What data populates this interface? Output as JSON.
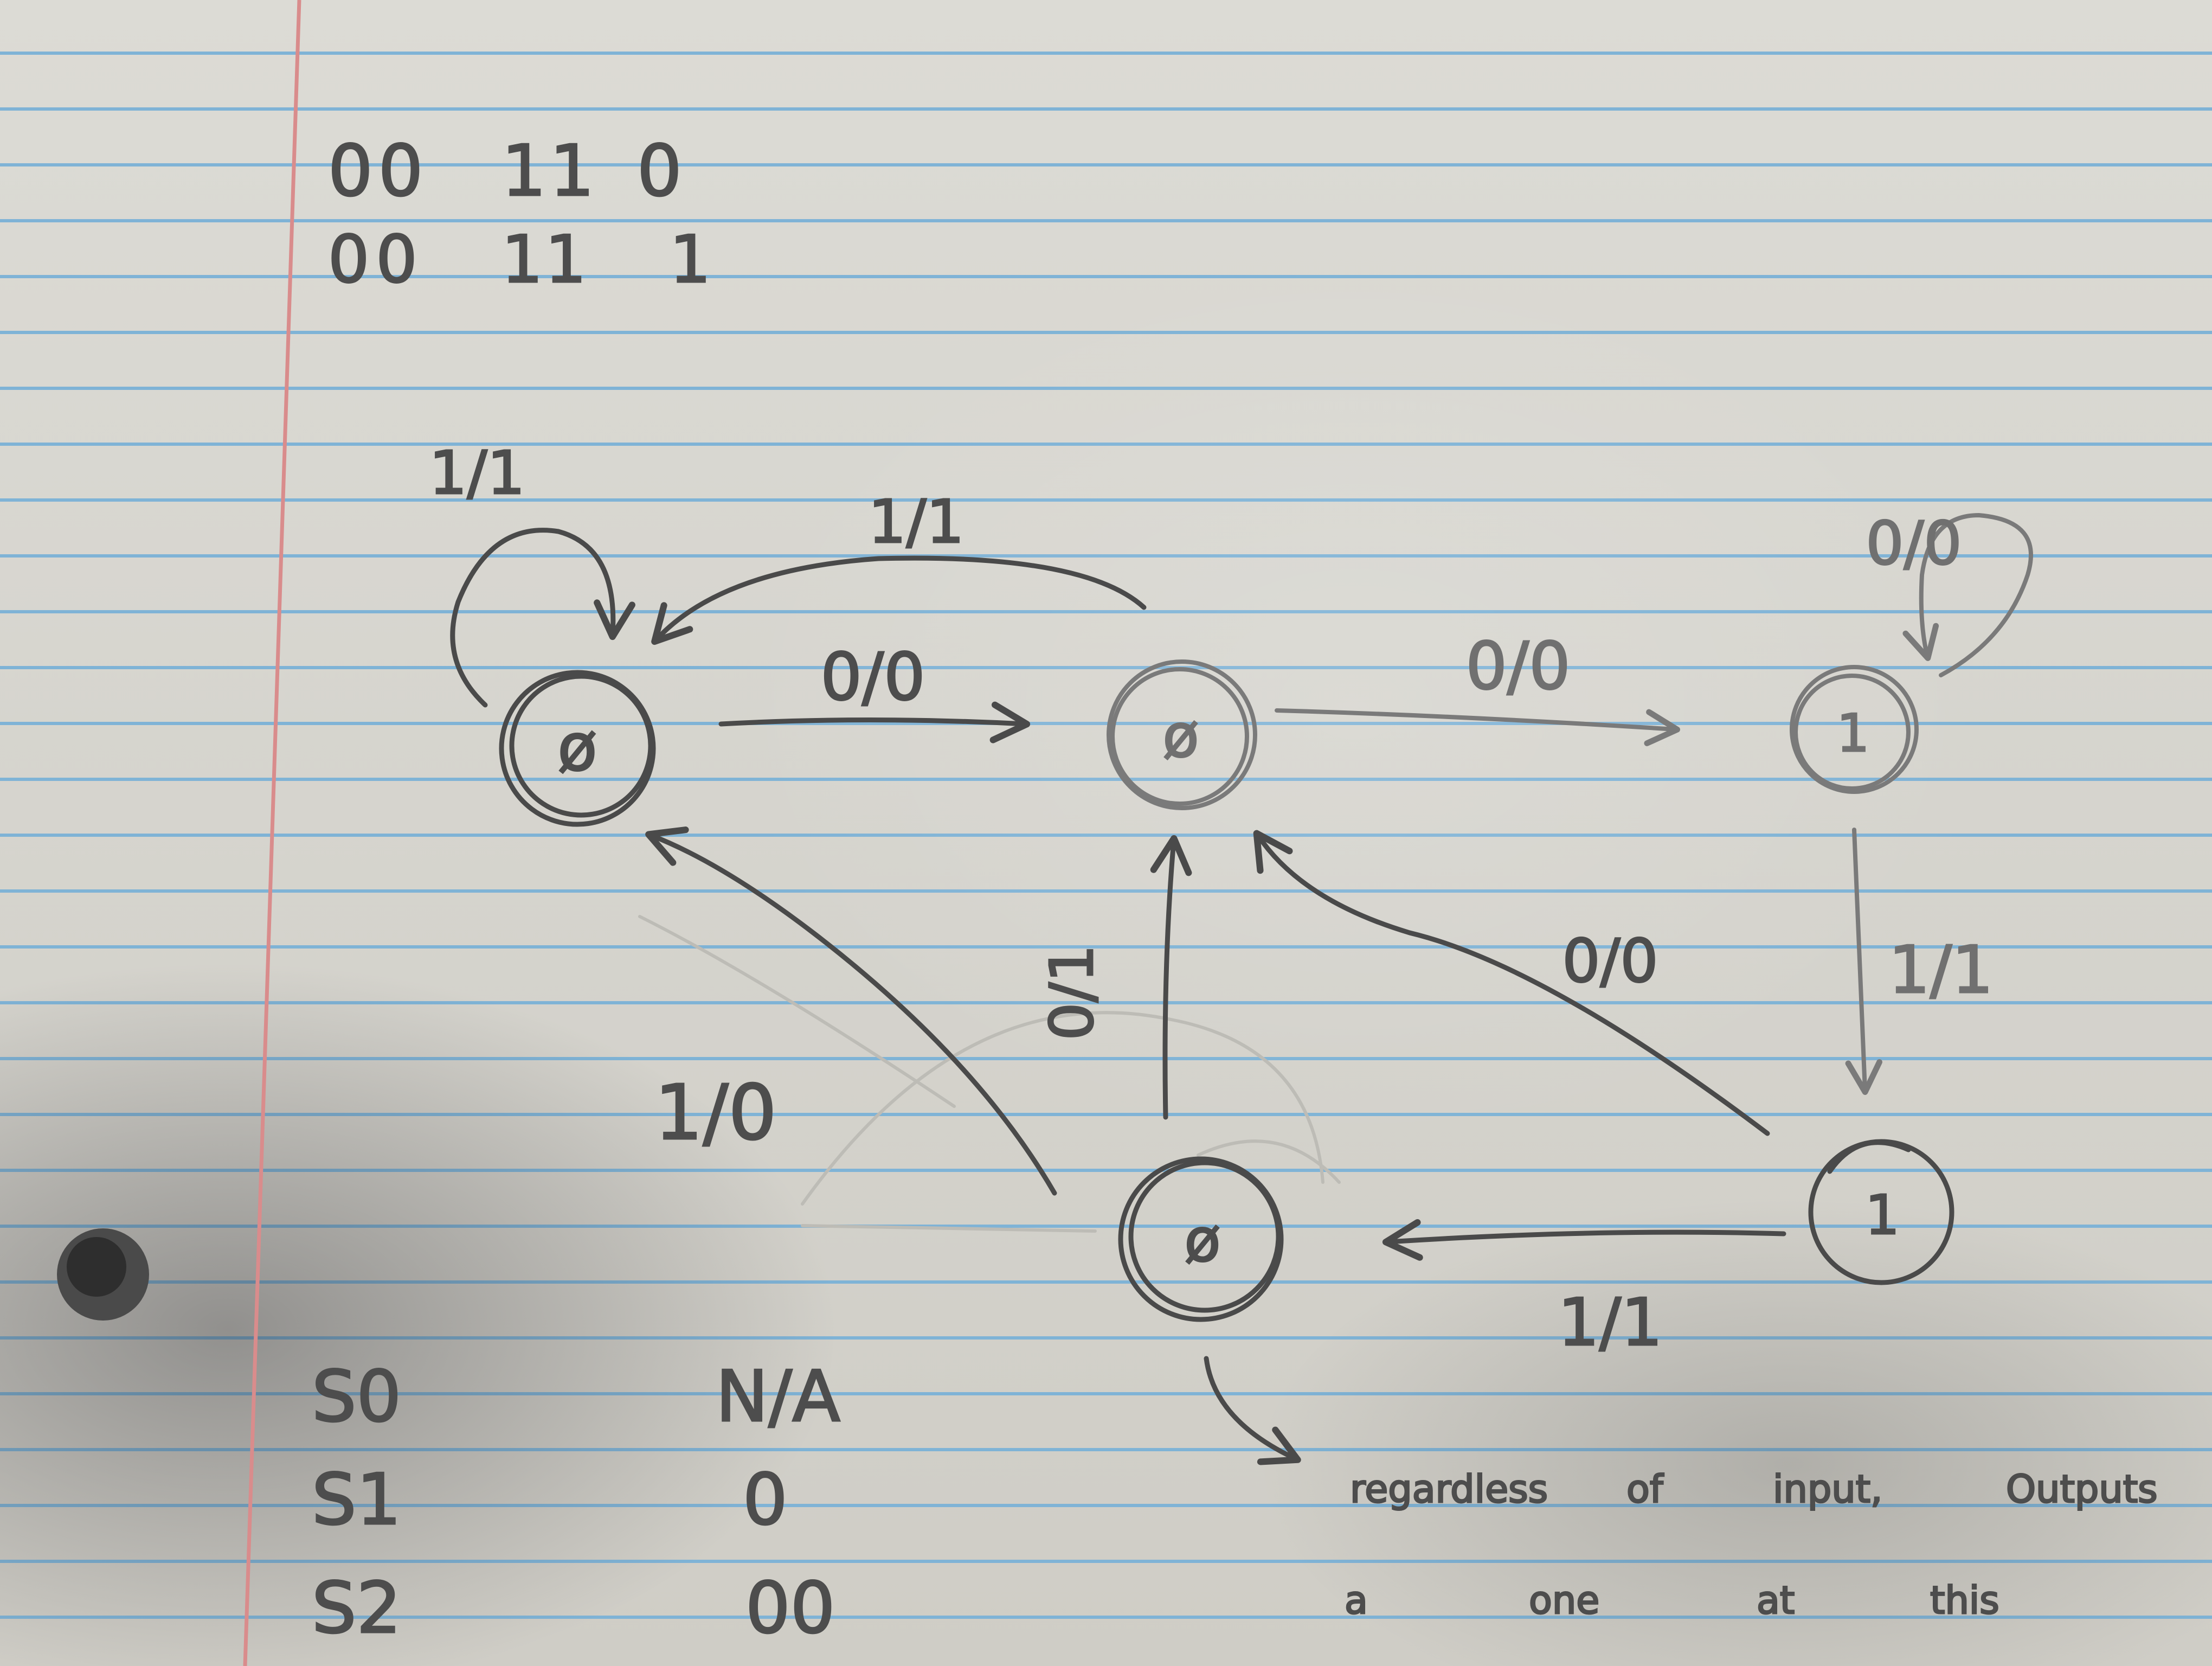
{
  "binary_rows": [
    {
      "bits_a": "00",
      "bits_b": "11",
      "bits_c": "0"
    },
    {
      "bits_a": "00",
      "bits_b": "11",
      "bits_c": "1"
    }
  ],
  "states": [
    {
      "id": "s0",
      "label": "ø"
    },
    {
      "id": "s1",
      "label": "ø"
    },
    {
      "id": "s2",
      "label": "1"
    },
    {
      "id": "s3",
      "label": "1"
    },
    {
      "id": "s4",
      "label": "ø"
    }
  ],
  "transitions": [
    {
      "id": "s0_self",
      "from": "s0",
      "to": "s0",
      "label": "1/1"
    },
    {
      "id": "s1_to_s0",
      "from": "s1",
      "to": "s0",
      "label": "1/1"
    },
    {
      "id": "s0_to_s1",
      "from": "s0",
      "to": "s1",
      "label": "0/0"
    },
    {
      "id": "s1_to_s2",
      "from": "s1",
      "to": "s2",
      "label": "0/0"
    },
    {
      "id": "s2_self",
      "from": "s2",
      "to": "s2",
      "label": "0/0"
    },
    {
      "id": "s2_to_s3",
      "from": "s2",
      "to": "s3",
      "label": "1/1"
    },
    {
      "id": "s3_to_s1",
      "from": "s3",
      "to": "s1",
      "label": "0/0"
    },
    {
      "id": "s3_to_s4",
      "from": "s3",
      "to": "s4",
      "label": "1/1"
    },
    {
      "id": "s4_to_s1",
      "from": "s4",
      "to": "s1",
      "label": "0/1"
    },
    {
      "id": "s4_to_s0",
      "from": "s4",
      "to": "s0",
      "label": "1/0"
    }
  ],
  "note": {
    "line1": [
      "regardless",
      "of",
      "input,",
      "Outputs"
    ],
    "line2": [
      "a",
      "one",
      "at",
      "this"
    ]
  },
  "table": [
    {
      "state": "S0",
      "sequence": "N/A"
    },
    {
      "state": "S1",
      "sequence": "0"
    },
    {
      "state": "S2",
      "sequence": "00"
    }
  ],
  "colors": {
    "paper": "#d6d4cd",
    "rule_line": "#7fb3d6",
    "margin_line": "#d98c8c",
    "pencil": "#4d4d4d"
  }
}
